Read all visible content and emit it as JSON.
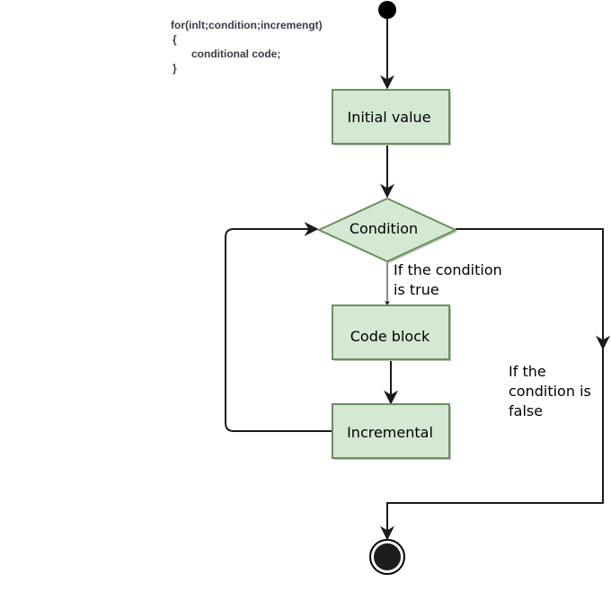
{
  "code_snippet": {
    "line1": "for(inlt;condition;incremengt)",
    "line2": "{",
    "line3": "conditional code;",
    "line4": "}"
  },
  "nodes": {
    "initial_value": "Initial value",
    "condition": "Condition",
    "code_block": "Code block",
    "incremental": "Incremental"
  },
  "edge_labels": {
    "true_line1": "If the condition",
    "true_line2": "is true",
    "false_line1": "If the",
    "false_line2": "condition is",
    "false_line3": "false"
  },
  "colors": {
    "node_fill": "#d5e8d4",
    "node_stroke": "#6d8f5d",
    "line": "#1a1a1a",
    "terminal": "#000000"
  }
}
